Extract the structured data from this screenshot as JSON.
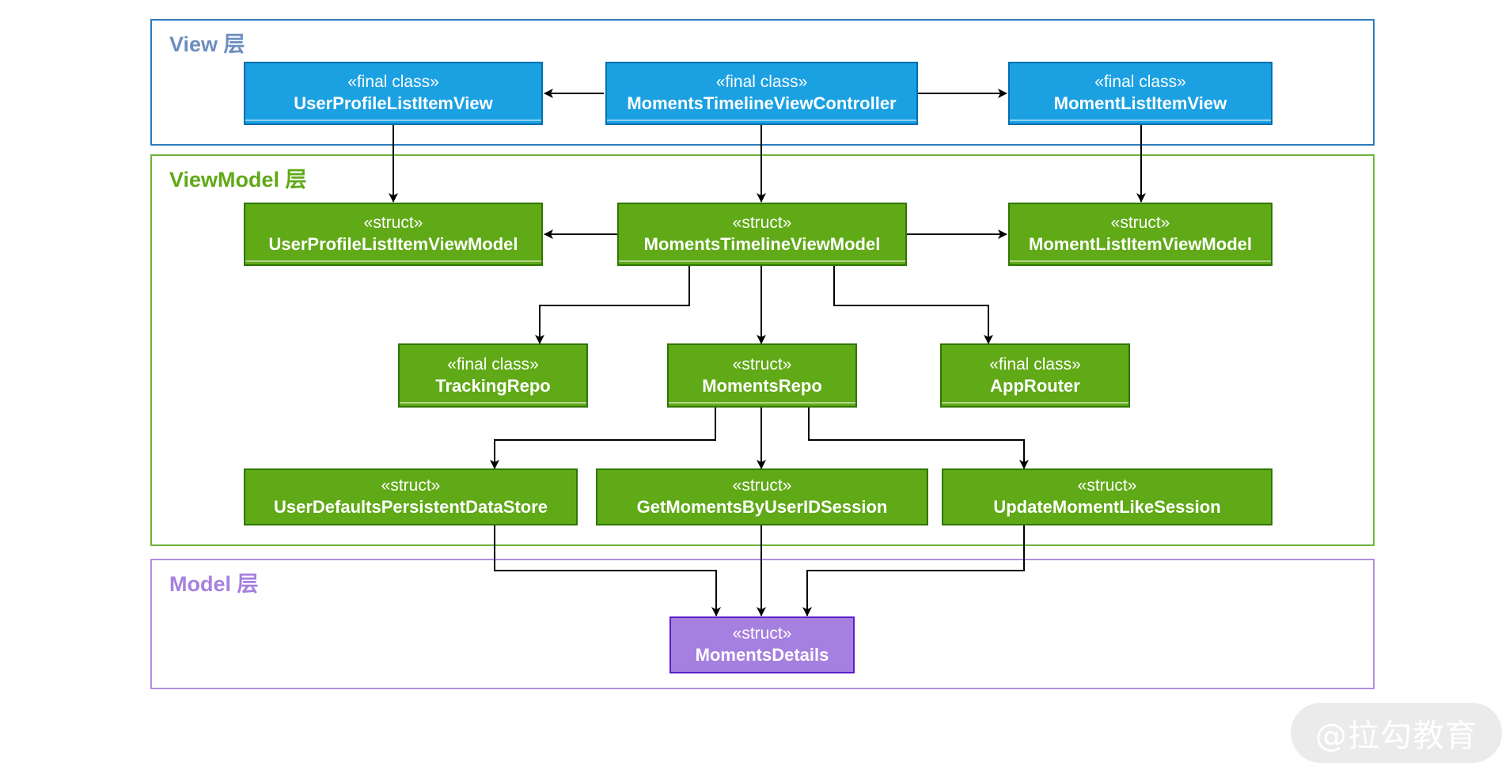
{
  "layers": {
    "view": {
      "title": "View 层",
      "color": "#6c8ebf"
    },
    "viewmodel": {
      "title": "ViewModel 层",
      "color": "#60a917"
    },
    "model": {
      "title": "Model 层",
      "color": "#a680e0"
    }
  },
  "nodes": {
    "user_profile_list_item_view": {
      "stereotype": "«final class»",
      "name": "UserProfileListItemView"
    },
    "moments_timeline_view_controller": {
      "stereotype": "«final class»",
      "name": "MomentsTimelineViewController"
    },
    "moment_list_item_view": {
      "stereotype": "«final class»",
      "name": "MomentListItemView"
    },
    "user_profile_list_item_view_model": {
      "stereotype": "«struct»",
      "name": "UserProfileListItemViewModel"
    },
    "moments_timeline_view_model": {
      "stereotype": "«struct»",
      "name": "MomentsTimelineViewModel"
    },
    "moment_list_item_view_model": {
      "stereotype": "«struct»",
      "name": "MomentListItemViewModel"
    },
    "tracking_repo": {
      "stereotype": "«final class»",
      "name": "TrackingRepo"
    },
    "moments_repo": {
      "stereotype": "«struct»",
      "name": "MomentsRepo"
    },
    "app_router": {
      "stereotype": "«final class»",
      "name": "AppRouter"
    },
    "user_defaults_persistent_data_store": {
      "stereotype": "«struct»",
      "name": "UserDefaultsPersistentDataStore"
    },
    "get_moments_by_user_id_session": {
      "stereotype": "«struct»",
      "name": "GetMomentsByUserIDSession"
    },
    "update_moment_like_session": {
      "stereotype": "«struct»",
      "name": "UpdateMomentLikeSession"
    },
    "moments_details": {
      "stereotype": "«struct»",
      "name": "MomentsDetails"
    }
  },
  "colors": {
    "view_fill": "#1ba1e2",
    "viewmodel_fill": "#60a917",
    "model_fill": "#a680e0",
    "view_border": "#2b7bbd",
    "viewmodel_border": "#6fb33a",
    "model_border": "#b08ee0"
  },
  "watermark": "@拉勾教育"
}
